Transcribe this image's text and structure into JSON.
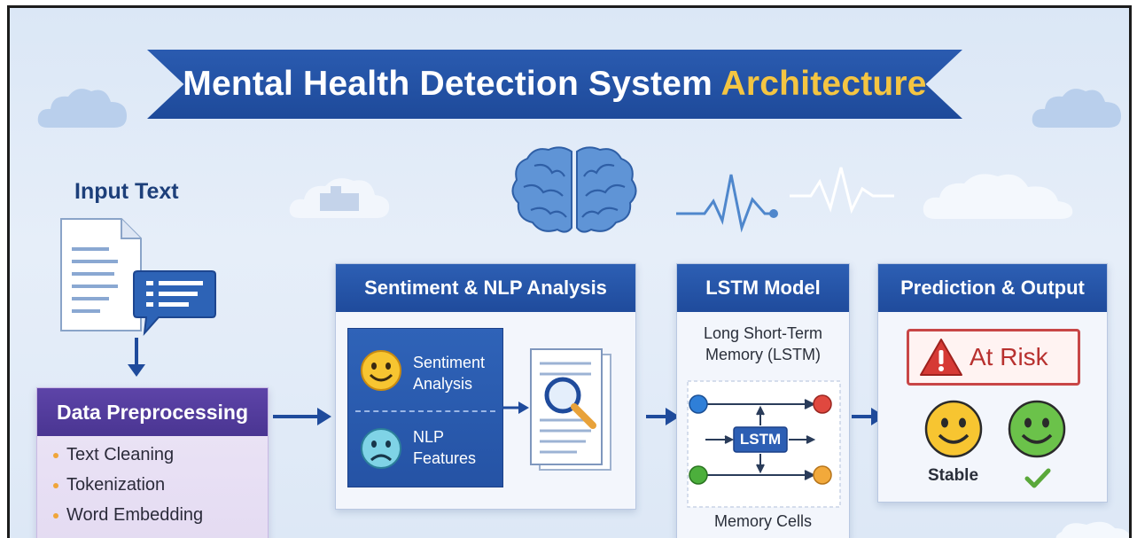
{
  "title": {
    "main": "Mental Health Detection System",
    "highlight": "Architecture"
  },
  "input": {
    "label": "Input Text"
  },
  "preprocessing": {
    "title": "Data Preprocessing",
    "items": [
      "Text Cleaning",
      "Tokenization",
      "Word Embedding"
    ]
  },
  "sentiment": {
    "title": "Sentiment & NLP Analysis",
    "sentiment_label_1": "Sentiment",
    "sentiment_label_2": "Analysis",
    "nlp_label_1": "NLP",
    "nlp_label_2": "Features"
  },
  "lstm": {
    "title": "LSTM Model",
    "subtitle_1": "Long Short-Term",
    "subtitle_2": "Memory (LSTM)",
    "cell_label": "LSTM",
    "footer": "Memory Cells"
  },
  "prediction": {
    "title": "Prediction & Output",
    "risk_label": "At Risk",
    "stable_label": "Stable"
  },
  "colors": {
    "banner_blue": "#1f4b9c",
    "highlight_gold": "#f4c542",
    "prep_purple": "#4a3592",
    "risk_red": "#c84646",
    "node_blue": "#2f7fd8",
    "node_red": "#e0483f",
    "node_green": "#4caf3c",
    "node_orange": "#f2a93b"
  },
  "icons": [
    "document-icon",
    "chat-bubble-icon",
    "brain-icon",
    "heartbeat-icon",
    "happy-face-icon",
    "sad-face-icon",
    "magnifier-document-icon",
    "warning-icon",
    "check-icon"
  ]
}
